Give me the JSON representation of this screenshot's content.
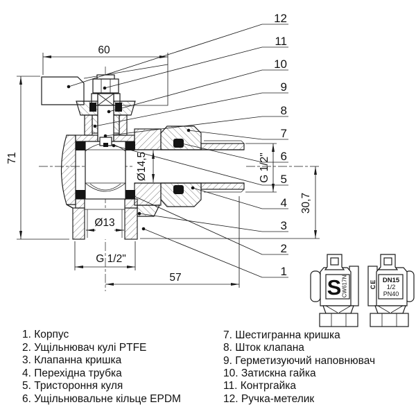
{
  "drawing": {
    "dims": {
      "handle_width": "60",
      "total_height": "71",
      "outlet_bore": "Ø14,5",
      "bottom_bore": "Ø13",
      "bottom_thread": "G 1/2\"",
      "right_thread": "G 1/2\"",
      "bottom_length": "57",
      "outlet_drop": "30,7"
    },
    "callouts": [
      "1",
      "2",
      "3",
      "4",
      "5",
      "6",
      "7",
      "8",
      "9",
      "10",
      "11",
      "12"
    ]
  },
  "side_views": {
    "left": {
      "logo": "S",
      "material_marking": "CW617N"
    },
    "right": {
      "ce_mark": "CE",
      "size": "DN15",
      "size_inch": "1/2",
      "pressure": "PN40"
    }
  },
  "legend": {
    "left": [
      "1. Корпус",
      "2. Ущільнювач кулі PTFE",
      "3. Клапанна кришка",
      "4. Перехідна трубка",
      "5. Тристороння куля",
      "6. Ущільнювальне кільце EPDM"
    ],
    "right": [
      "7. Шестигранна кришка",
      "8. Шток клапана",
      "9. Герметизуючий наповнювач",
      "10. Затискна гайка",
      "11. Контргайка",
      "12. Ручка-метелик"
    ]
  },
  "colors": {
    "line": "#1a1a1a",
    "background": "#ffffff"
  }
}
